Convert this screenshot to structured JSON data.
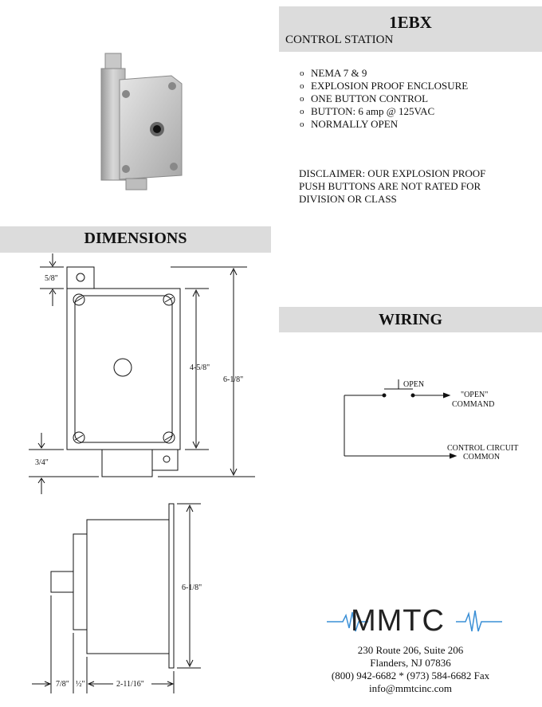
{
  "header": {
    "model": "1EBX",
    "subtitle": "CONTROL STATION"
  },
  "features": [
    {
      "bullet": "o",
      "text": "NEMA 7 & 9"
    },
    {
      "bullet": "o",
      "text": "EXPLOSION PROOF ENCLOSURE"
    },
    {
      "bullet": "o",
      "text": "ONE BUTTON CONTROL"
    },
    {
      "bullet": "o",
      "text": "BUTTON:  6 amp @ 125VAC"
    },
    {
      "bullet": "o",
      "text": "NORMALLY OPEN"
    }
  ],
  "disclaimer": "DISCLAIMER:  OUR EXPLOSION PROOF\nPUSH BUTTONS ARE NOT RATED FOR\nDIVISION OR CLASS",
  "sections": {
    "dimensions": "DIMENSIONS",
    "wiring": "WIRING"
  },
  "dimensions": {
    "front": {
      "top_tab": "5/8\"",
      "inner_height": "4-5/8\"",
      "overall_height": "6-1/8\"",
      "bottom_gap": "3/4\""
    },
    "side": {
      "overall_height": "6-1/8\"",
      "button_depth": "7/8\"",
      "flange": "½\"",
      "body_depth": "2-11/16\""
    }
  },
  "wiring": {
    "switch_label": "OPEN",
    "output_label_1": "\"OPEN\"",
    "output_label_2": "COMMAND",
    "common_label_1": "CONTROL CIRCUIT",
    "common_label_2": "COMMON"
  },
  "logo": {
    "text": "MMTC",
    "accent_color": "#3a8fd6"
  },
  "contact": {
    "address1": "230 Route 206, Suite 206",
    "address2": "Flanders, NJ 07836",
    "phone": "(800) 942-6682 * (973) 584-6682 Fax",
    "email": "info@mmtcinc.com"
  }
}
